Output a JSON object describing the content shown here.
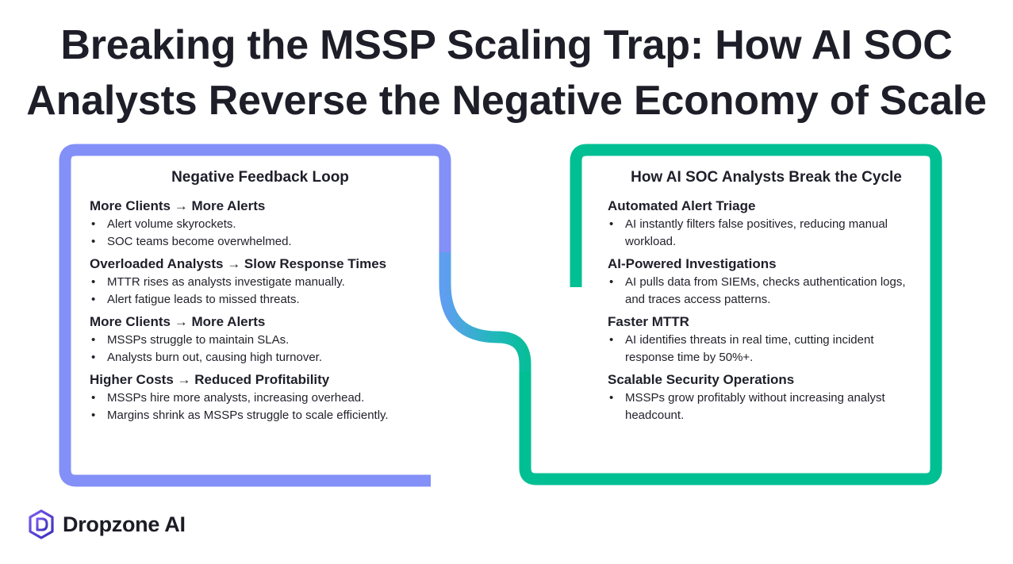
{
  "title": {
    "line1": "Breaking the MSSP Scaling Trap: How AI SOC",
    "line2": "Analysts Reverse the Negative Economy of Scale"
  },
  "colors": {
    "left_frame": "#8390f8",
    "right_frame": "#00bf93"
  },
  "left_panel": {
    "heading": "Negative Feedback Loop",
    "sections": [
      {
        "title": "More Clients → More Alerts",
        "bullets": [
          "Alert volume skyrockets.",
          "SOC teams become overwhelmed."
        ]
      },
      {
        "title": "Overloaded Analysts → Slow Response Times",
        "bullets": [
          "MTTR rises as analysts investigate manually.",
          "Alert fatigue leads to missed threats."
        ]
      },
      {
        "title": "More Clients → More Alerts",
        "bullets": [
          "MSSPs struggle to maintain SLAs.",
          "Analysts burn out, causing high turnover."
        ]
      },
      {
        "title": "Higher Costs → Reduced Profitability",
        "bullets": [
          "MSSPs hire more analysts, increasing overhead.",
          "Margins shrink as MSSPs struggle to scale efficiently."
        ]
      }
    ]
  },
  "right_panel": {
    "heading": "How AI SOC Analysts Break the Cycle",
    "sections": [
      {
        "title": "Automated Alert Triage",
        "bullets": [
          "AI instantly filters false positives, reducing manual workload."
        ]
      },
      {
        "title": "AI-Powered Investigations",
        "bullets": [
          " AI pulls data from SIEMs, checks authentication logs, and traces access patterns."
        ]
      },
      {
        "title": "Faster MTTR",
        "bullets": [
          "AI identifies threats in real time, cutting incident response time by 50%+."
        ]
      },
      {
        "title": "Scalable Security Operations",
        "bullets": [
          "MSSPs grow profitably without increasing analyst headcount."
        ]
      }
    ]
  },
  "logo": {
    "icon": "dropzone-logo-icon",
    "text": "Dropzone AI"
  }
}
